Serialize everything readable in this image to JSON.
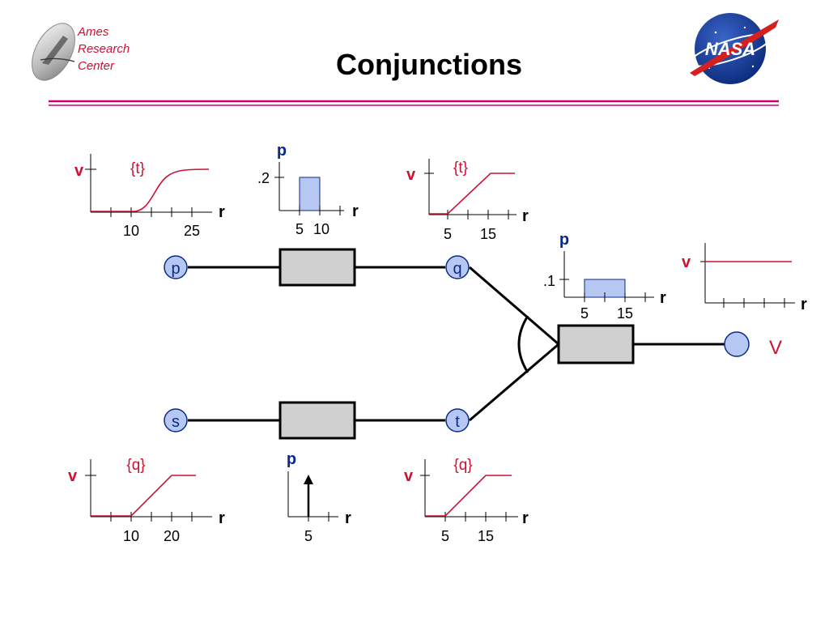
{
  "header": {
    "logo_lines": [
      "Ames",
      "Research",
      "Center"
    ],
    "title": "Conjunctions",
    "nasa_logo_text": "NASA"
  },
  "colors": {
    "accent_line": "#cc0077",
    "curve": "#cc1133",
    "label_blue": "#0a2a8a",
    "node_fill": "#b6c8f2",
    "box_fill": "#d0d0d0",
    "bar_fill": "#b6c8f2"
  },
  "nodes": {
    "p": "p",
    "q": "q",
    "s": "s",
    "t": "t",
    "output_label": "V"
  },
  "plots": {
    "top_left": {
      "ylabel": "v",
      "xlabel": "r",
      "set_label": "{t}",
      "ticks": [
        "10",
        "25"
      ]
    },
    "top_middle": {
      "ylabel": "p",
      "xlabel": "r",
      "ytick": ".2",
      "ticks": [
        "5",
        "10"
      ],
      "bar": {
        "from": 5,
        "to": 10,
        "height": 0.2
      }
    },
    "top_right": {
      "ylabel": "v",
      "xlabel": "r",
      "set_label": "{t}",
      "ticks": [
        "5",
        "15"
      ]
    },
    "right_middle": {
      "ylabel": "p",
      "xlabel": "r",
      "ytick": ".1",
      "ticks": [
        "5",
        "15"
      ],
      "bar": {
        "from": 5,
        "to": 15,
        "height": 0.1
      }
    },
    "right_top": {
      "ylabel": "v",
      "xlabel": "r"
    },
    "bottom_left": {
      "ylabel": "v",
      "xlabel": "r",
      "set_label": "{q}",
      "ticks": [
        "10",
        "20"
      ]
    },
    "bottom_middle": {
      "ylabel": "p",
      "xlabel": "r",
      "ticks": [
        "5"
      ]
    },
    "bottom_right": {
      "ylabel": "v",
      "xlabel": "r",
      "set_label": "{q}",
      "ticks": [
        "5",
        "15"
      ]
    }
  }
}
